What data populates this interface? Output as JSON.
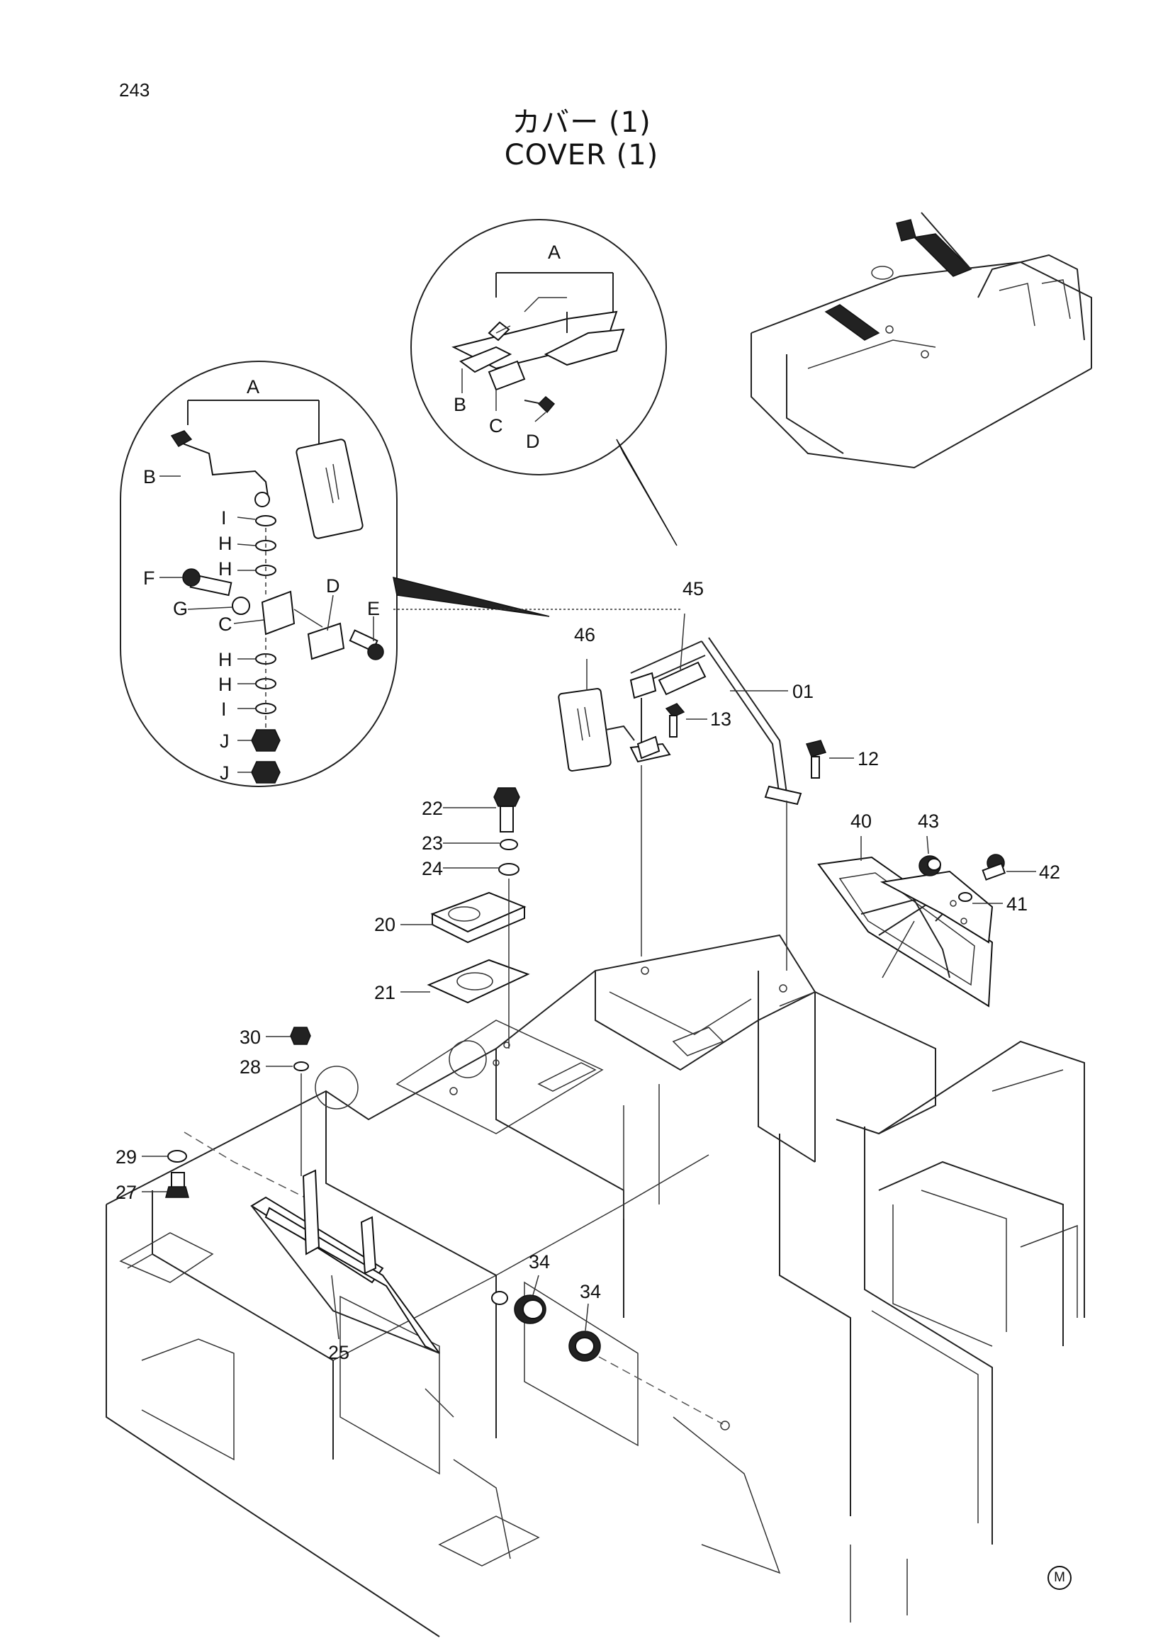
{
  "page": {
    "number": "243",
    "title_jp": "カバー (1)",
    "title_en": "COVER (1)",
    "mark": "M"
  },
  "callouts": {
    "p45": "45",
    "p46": "46",
    "p01": "01",
    "p13": "13",
    "p12": "12",
    "p22": "22",
    "p23": "23",
    "p24": "24",
    "p20": "20",
    "p21": "21",
    "p30": "30",
    "p28": "28",
    "p29": "29",
    "p27": "27",
    "p25": "25",
    "p34a": "34",
    "p34b": "34",
    "p40": "40",
    "p43": "43",
    "p42": "42",
    "p41": "41"
  },
  "detail_top": {
    "A": "A",
    "B": "B",
    "C": "C",
    "D": "D"
  },
  "detail_left": {
    "A": "A",
    "B": "B",
    "I1": "I",
    "H1": "H",
    "H2": "H",
    "F": "F",
    "G": "G",
    "C": "C",
    "D": "D",
    "E": "E",
    "H3": "H",
    "H4": "H",
    "I2": "I",
    "J1": "J",
    "J2": "J"
  }
}
